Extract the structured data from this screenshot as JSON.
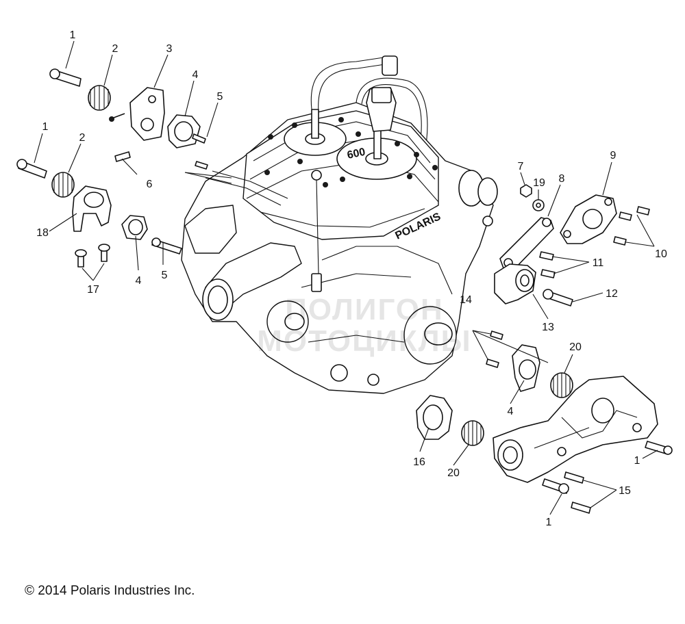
{
  "copyright": "© 2014 Polaris Industries Inc.",
  "watermark": [
    "ПОЛИГОН",
    "МОТОЦИКЛЫ"
  ],
  "callouts": [
    "1",
    "2",
    "3",
    "4",
    "5",
    "1",
    "2",
    "6",
    "18",
    "4",
    "5",
    "17",
    "7",
    "19",
    "8",
    "9",
    "10",
    "11",
    "12",
    "13",
    "14",
    "20",
    "4",
    "1",
    "16",
    "20",
    "15",
    "1"
  ],
  "engine_markings": {
    "displacement": "600",
    "brand": "POLARIS"
  }
}
